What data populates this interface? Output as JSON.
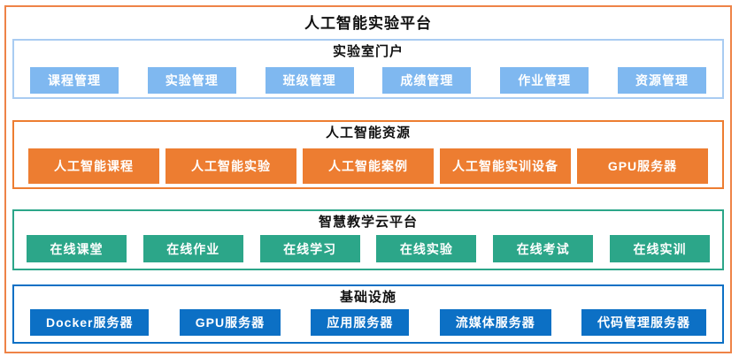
{
  "title": "人工智能实验平台",
  "colors": {
    "outer_border": "#EE8347",
    "portal_border": "#A9CCF2",
    "portal_item": "#7FB8F0",
    "ai_orange": "#ED7D31",
    "cloud_green": "#2CA689",
    "infra_blue": "#0C70C5",
    "item_text": "#FFFFFF",
    "heading_text": "#111111"
  },
  "sections": [
    {
      "title": "实验室门户",
      "items": [
        "课程管理",
        "实验管理",
        "班级管理",
        "成绩管理",
        "作业管理",
        "资源管理"
      ]
    },
    {
      "title": "人工智能资源",
      "items": [
        "人工智能课程",
        "人工智能实验",
        "人工智能案例",
        "人工智能实训设备",
        "GPU服务器"
      ]
    },
    {
      "title": "智慧教学云平台",
      "items": [
        "在线课堂",
        "在线作业",
        "在线学习",
        "在线实验",
        "在线考试",
        "在线实训"
      ]
    },
    {
      "title": "基础设施",
      "items": [
        "Docker服务器",
        "GPU服务器",
        "应用服务器",
        "流媒体服务器",
        "代码管理服务器"
      ]
    }
  ]
}
